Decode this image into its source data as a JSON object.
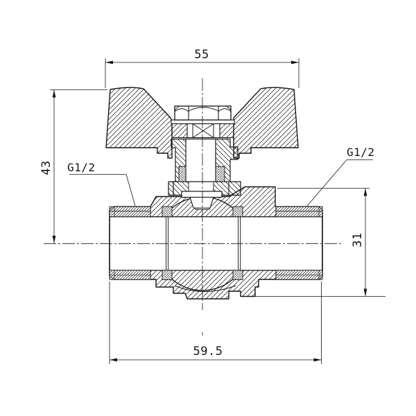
{
  "drawing": {
    "title": "ball-valve-section-drawing",
    "dimensions": {
      "top_width": "55",
      "left_height": "43",
      "right_height": "31",
      "bottom_width": "59.5"
    },
    "labels": {
      "left_port_thread": "G1/2",
      "right_port_thread": "G1/2"
    },
    "colors": {
      "line": "#141414",
      "background": "#ffffff"
    }
  }
}
